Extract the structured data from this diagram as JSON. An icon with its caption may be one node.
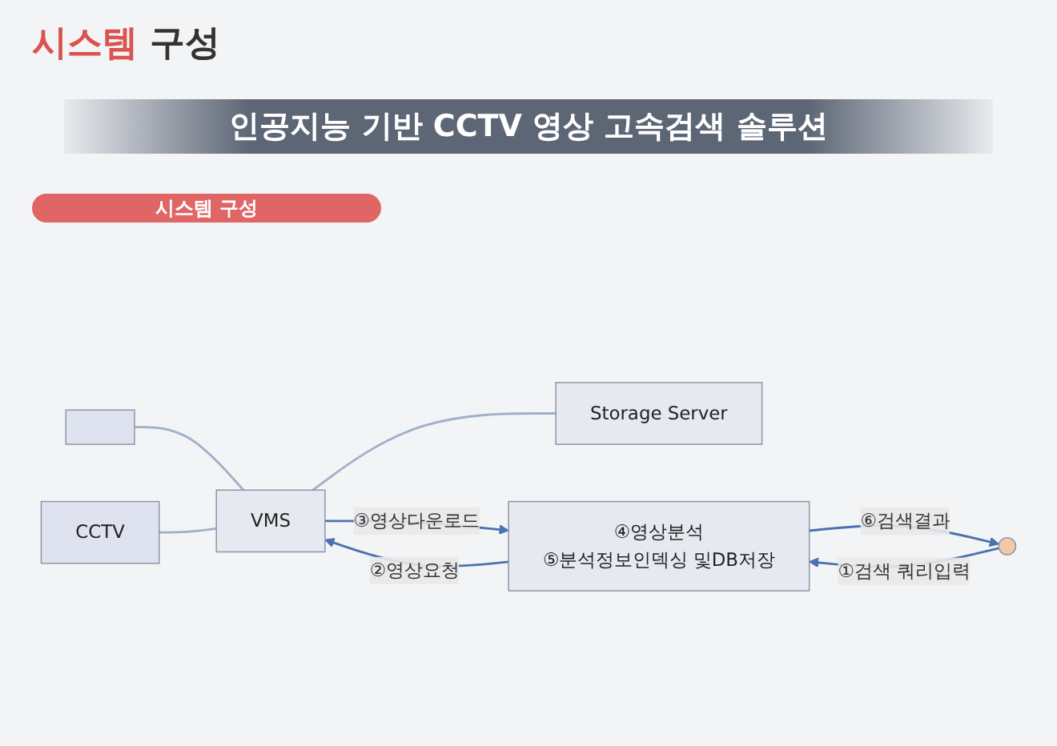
{
  "diagram": {
    "title": "인공지능 기반 CCTV 영상 고속검색 솔루션",
    "nodes": [
      {
        "text": [],
        "shape": "box"
      },
      {
        "text": [
          "CCTV"
        ]
      },
      {
        "text": [
          "VMS"
        ]
      },
      {
        "text": [
          "Storage Server"
        ]
      },
      {
        "text": [
          "④영상분석",
          "⑤분석정보인덱싱 및DB저장"
        ]
      },
      {
        "text": [],
        "shape": "circle"
      }
    ],
    "edges": [
      {
        "from": 0,
        "to": 2,
        "arrow": "none"
      },
      {
        "from": 1,
        "to": 2,
        "arrow": "none"
      },
      {
        "from": 2,
        "to": 3,
        "arrow": "none"
      },
      {
        "from": 4,
        "to": 2,
        "arrow": "to",
        "label": "②영상요청"
      },
      {
        "from": 2,
        "to": 4,
        "arrow": "to",
        "label": "③영상다운로드"
      },
      {
        "from": 5,
        "to": 4,
        "arrow": "to",
        "label": "①검색 쿼리입력"
      },
      {
        "from": 4,
        "to": 5,
        "arrow": "to",
        "label": "⑥검색결과"
      }
    ],
    "labels": [
      "시스템 구성",
      "시스템 구성"
    ]
  }
}
